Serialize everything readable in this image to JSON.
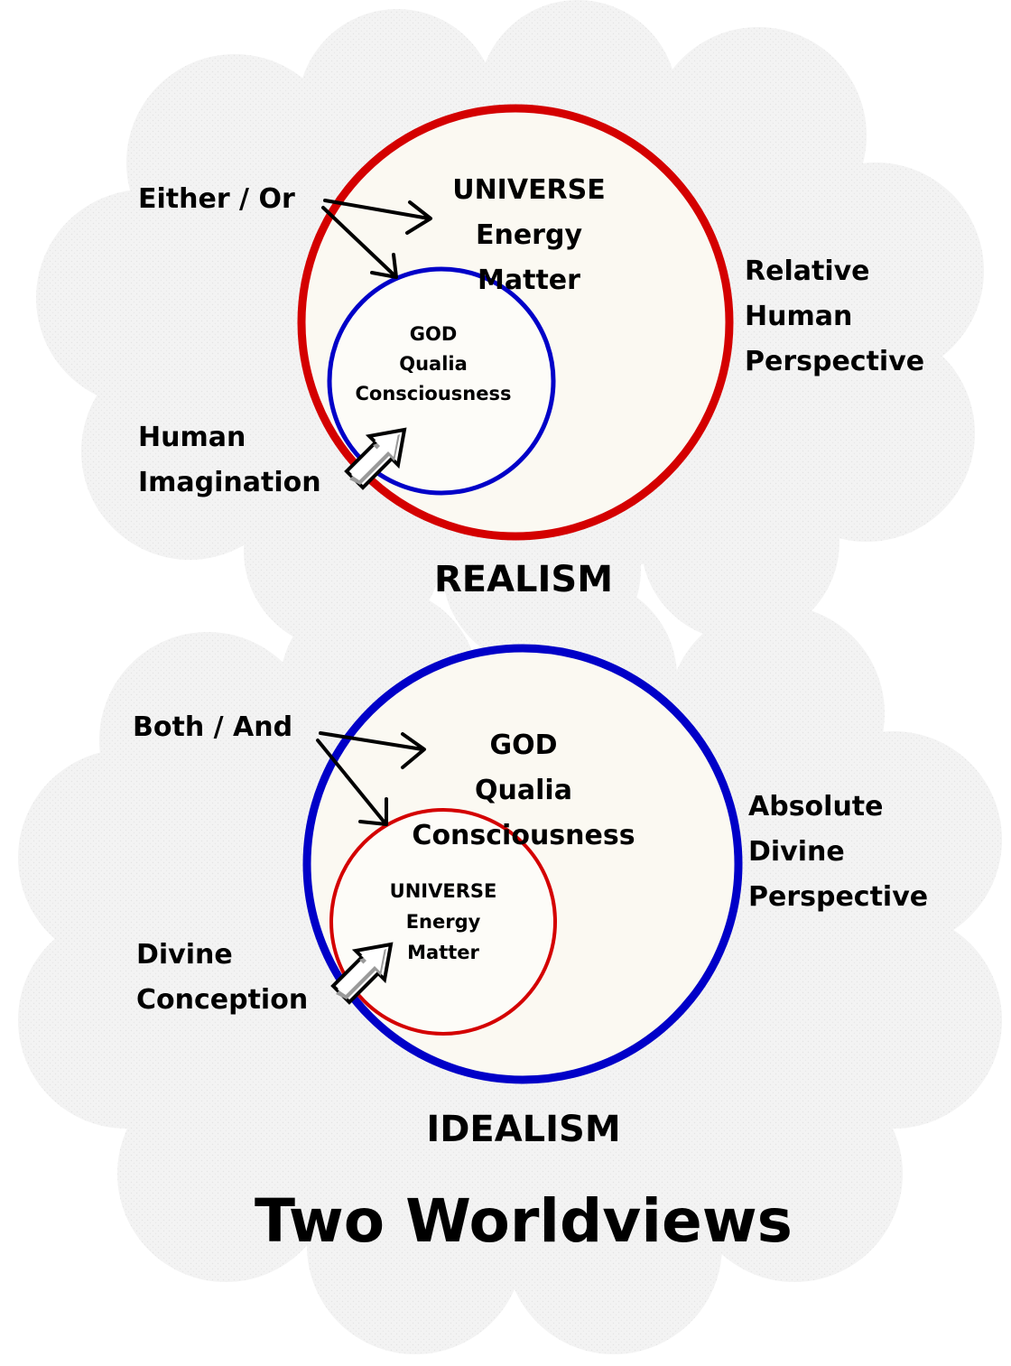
{
  "realism": {
    "title": "REALISM",
    "outer_circle_lines": [
      "UNIVERSE",
      "Energy",
      "Matter"
    ],
    "inner_circle_lines": [
      "GOD",
      "Qualia",
      "Consciousness"
    ],
    "logic_label": "Either / Or",
    "origin_lines": [
      "Human",
      "Imagination"
    ],
    "perspective_lines": [
      "Relative",
      "Human",
      "Perspective"
    ],
    "outer_circle_color": "#d40000",
    "inner_circle_color": "#0000c8"
  },
  "idealism": {
    "title": "IDEALISM",
    "outer_circle_lines": [
      "GOD",
      "Qualia",
      "Consciousness"
    ],
    "inner_circle_lines": [
      "UNIVERSE",
      "Energy",
      "Matter"
    ],
    "logic_label": "Both / And",
    "origin_lines": [
      "Divine",
      "Conception"
    ],
    "perspective_lines": [
      "Absolute",
      "Divine",
      "Perspective"
    ],
    "outer_circle_color": "#0000c8",
    "inner_circle_color": "#d40000"
  },
  "main_title": "Two Worldviews",
  "colors": {
    "cloud": "#f2f2f2",
    "circle_fill": "#fbf9f2",
    "inner_fill": "#fdfcf8"
  }
}
